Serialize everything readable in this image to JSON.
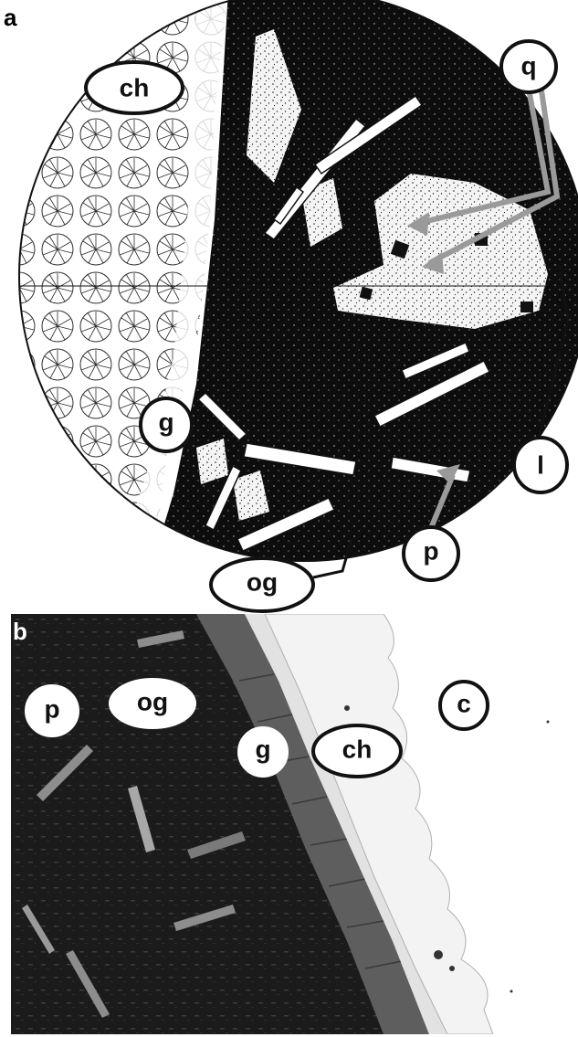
{
  "figure": {
    "panel_a": {
      "letter": "a",
      "labels": {
        "ch": "ch",
        "q": "q",
        "g": "g",
        "l": "l",
        "p": "p",
        "og": "og"
      }
    },
    "panel_b": {
      "letter": "b",
      "labels": {
        "p": "p",
        "og": "og",
        "g": "g",
        "ch": "ch",
        "c": "c"
      }
    }
  },
  "colors": {
    "ink": "#111111",
    "paper": "#ffffff",
    "arrow_gray": "#9a9a9a",
    "photo_dark": "#1a1a1a",
    "photo_mid": "#5a5a5a",
    "photo_light": "#ededed"
  }
}
